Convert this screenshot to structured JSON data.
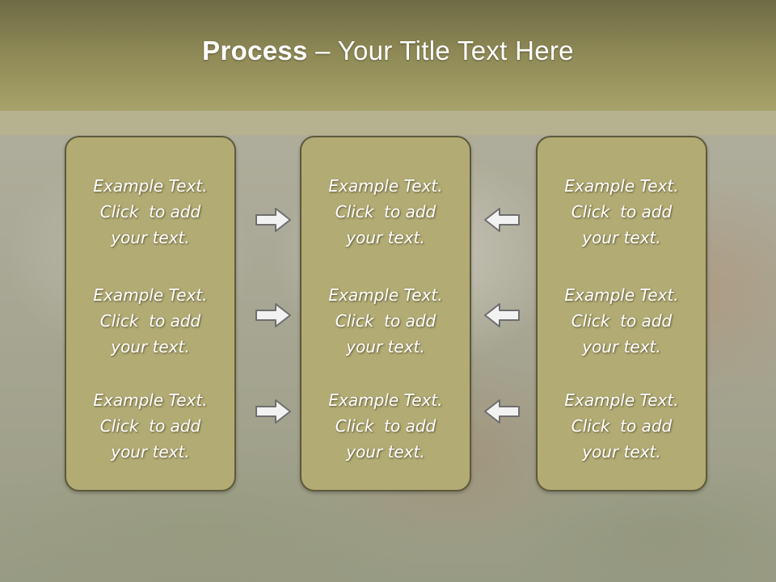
{
  "title": {
    "bold": "Process",
    "rest": " – Your Title Text Here"
  },
  "columns": [
    {
      "items": [
        {
          "line1": "Example Text.",
          "line2": "Click  to add",
          "line3": "your text."
        },
        {
          "line1": "Example Text.",
          "line2": "Click  to add",
          "line3": "your text."
        },
        {
          "line1": "Example Text.",
          "line2": "Click  to add",
          "line3": "your text."
        }
      ]
    },
    {
      "items": [
        {
          "line1": "Example Text.",
          "line2": "Click  to add",
          "line3": "your text."
        },
        {
          "line1": "Example Text.",
          "line2": "Click  to add",
          "line3": "your text."
        },
        {
          "line1": "Example Text.",
          "line2": "Click  to add",
          "line3": "your text."
        }
      ]
    },
    {
      "items": [
        {
          "line1": "Example Text.",
          "line2": "Click  to add",
          "line3": "your text."
        },
        {
          "line1": "Example Text.",
          "line2": "Click  to add",
          "line3": "your text."
        },
        {
          "line1": "Example Text.",
          "line2": "Click  to add",
          "line3": "your text."
        }
      ]
    }
  ],
  "arrows": {
    "left_to_mid": "right-arrow-icon",
    "right_to_mid": "left-arrow-icon"
  },
  "colors": {
    "title_bar": "#8c8754",
    "box_fill": "#b3ab74",
    "box_border": "#5c5a3a",
    "arrow_fill": "#f2f2f2",
    "arrow_stroke": "#6e6e6e"
  }
}
